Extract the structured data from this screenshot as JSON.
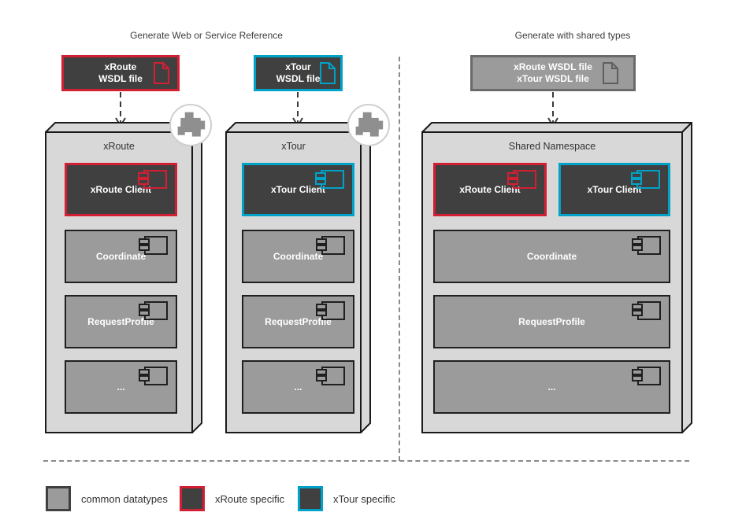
{
  "colors": {
    "xroute_red": "#d21f34",
    "xtour_cyan": "#00a3c8",
    "dark_fill": "#404040",
    "common_gray": "#9b9b9b",
    "container_gray": "#d8d8d8",
    "outline_black": "#1a1a1a",
    "shared_wsdl_border": "#6a6a6a",
    "separator_gray": "#8a8a8a"
  },
  "left_section": {
    "title": "Generate Web or Service Reference",
    "wsdl_xroute": {
      "line1": "xRoute",
      "line2": "WSDL file"
    },
    "wsdl_xtour": {
      "line1": "xTour",
      "line2": "WSDL file"
    },
    "xroute_container": {
      "title": "xRoute",
      "boxes": [
        "xRoute Client",
        "Coordinate",
        "RequestProfile",
        "..."
      ]
    },
    "xtour_container": {
      "title": "xTour",
      "boxes": [
        "xTour Client",
        "Coordinate",
        "RequestProfile",
        "..."
      ]
    }
  },
  "right_section": {
    "title": "Generate with shared types",
    "wsdl_shared": {
      "line1": "xRoute WSDL file",
      "line2": "xTour WSDL file"
    },
    "shared_container": {
      "title": "Shared Namespace",
      "boxes": [
        "xRoute Client",
        "xTour Client",
        "Coordinate",
        "RequestProfile",
        "..."
      ]
    }
  },
  "legend": {
    "common": "common datatypes",
    "xroute": "xRoute specific",
    "xtour": "xTour specific"
  },
  "icons": {
    "document": "document-icon",
    "component": "component-icon",
    "puzzle": "puzzle-icon",
    "arrow": "arrow-down"
  }
}
